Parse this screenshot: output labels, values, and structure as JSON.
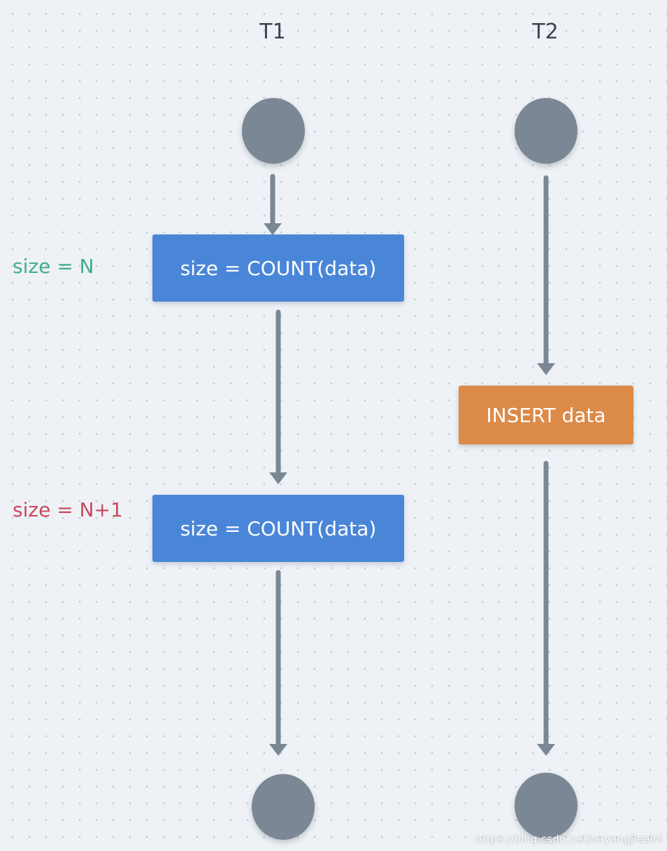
{
  "columns": [
    {
      "title": "T1"
    },
    {
      "title": "T2"
    }
  ],
  "boxes": [
    {
      "text": "size = COUNT(data)",
      "color": "#4a86d8"
    },
    {
      "text": "size = COUNT(data)",
      "color": "#4a86d8"
    },
    {
      "text": "INSERT data",
      "color": "#db8a48"
    }
  ],
  "side_labels": [
    {
      "text": "size = N",
      "color": "#3fae8e"
    },
    {
      "text": "size = N+1",
      "color": "#c94a5e"
    }
  ],
  "arrow_color": "#7b8794",
  "watermark": "https://blog.csdn.net/ouyangjieaini"
}
